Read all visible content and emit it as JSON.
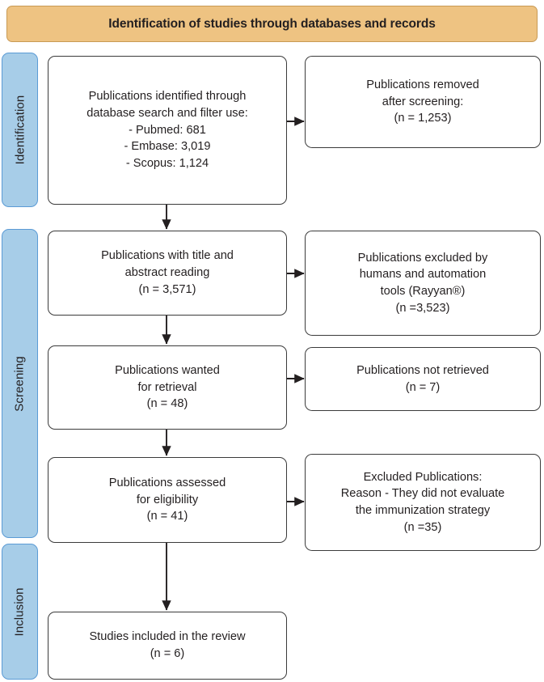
{
  "header": {
    "title": "Identification of studies through databases and records"
  },
  "stages": [
    {
      "id": "identification",
      "label": "Identification"
    },
    {
      "id": "screening",
      "label": "Screening"
    },
    {
      "id": "inclusion",
      "label": "Inclusion"
    }
  ],
  "boxes": {
    "identified": {
      "text": "Publications identified through\ndatabase search and filter use:\n- Pubmed: 681\n- Embase: 3,019\n- Scopus: 1,124"
    },
    "removed": {
      "text": "Publications removed\nafter screening:\n(n = 1,253)"
    },
    "title_abstract": {
      "text": "Publications with title and\nabstract reading\n(n = 3,571)"
    },
    "excluded_automation": {
      "text": "Publications excluded by\nhumans and automation\ntools (Rayyan®)\n(n =3,523)"
    },
    "wanted_retrieval": {
      "text": "Publications wanted\nfor retrieval\n(n = 48)"
    },
    "not_retrieved": {
      "text": "Publications not retrieved\n(n = 7)"
    },
    "assessed_eligibility": {
      "text": "Publications assessed\nfor eligibility\n(n = 41)"
    },
    "excluded_reason": {
      "text": "Excluded Publications:\nReason - They did not evaluate\nthe immunization strategy\n(n =35)"
    },
    "included_review": {
      "text": "Studies included in the review\n(n = 6)"
    }
  },
  "chart_data": {
    "type": "diagram",
    "title": "Identification of studies through databases and records",
    "diagram_kind": "prisma-flow",
    "stages": [
      "Identification",
      "Screening",
      "Inclusion"
    ],
    "nodes": [
      {
        "id": "identified",
        "stage": "Identification",
        "column": "left",
        "label": "Publications identified through database search and filter use",
        "counts": {
          "Pubmed": 681,
          "Embase": 3019,
          "Scopus": 1124
        }
      },
      {
        "id": "removed",
        "stage": "Identification",
        "column": "right",
        "label": "Publications removed after screening",
        "n": 1253
      },
      {
        "id": "title_abstract",
        "stage": "Screening",
        "column": "left",
        "label": "Publications with title and abstract reading",
        "n": 3571
      },
      {
        "id": "excluded_automation",
        "stage": "Screening",
        "column": "right",
        "label": "Publications excluded by humans and automation tools (Rayyan®)",
        "n": 3523
      },
      {
        "id": "wanted_retrieval",
        "stage": "Screening",
        "column": "left",
        "label": "Publications wanted for retrieval",
        "n": 48
      },
      {
        "id": "not_retrieved",
        "stage": "Screening",
        "column": "right",
        "label": "Publications not retrieved",
        "n": 7
      },
      {
        "id": "assessed_eligibility",
        "stage": "Screening",
        "column": "left",
        "label": "Publications assessed for eligibility",
        "n": 41
      },
      {
        "id": "excluded_reason",
        "stage": "Screening",
        "column": "right",
        "label": "Excluded Publications: Reason - They did not evaluate the immunization strategy",
        "n": 35
      },
      {
        "id": "included_review",
        "stage": "Inclusion",
        "column": "left",
        "label": "Studies included in the review",
        "n": 6
      }
    ],
    "edges": [
      {
        "from": "identified",
        "to": "removed",
        "direction": "right"
      },
      {
        "from": "identified",
        "to": "title_abstract",
        "direction": "down"
      },
      {
        "from": "title_abstract",
        "to": "excluded_automation",
        "direction": "right"
      },
      {
        "from": "title_abstract",
        "to": "wanted_retrieval",
        "direction": "down"
      },
      {
        "from": "wanted_retrieval",
        "to": "not_retrieved",
        "direction": "right"
      },
      {
        "from": "wanted_retrieval",
        "to": "assessed_eligibility",
        "direction": "down"
      },
      {
        "from": "assessed_eligibility",
        "to": "excluded_reason",
        "direction": "right"
      },
      {
        "from": "assessed_eligibility",
        "to": "included_review",
        "direction": "down"
      }
    ],
    "colors": {
      "header_fill": "#eec382",
      "header_border": "#c89a55",
      "stage_fill": "#a7cde8",
      "stage_border": "#5b9bd5",
      "box_border": "#3b3b3b",
      "box_fill": "#ffffff",
      "text": "#231f20"
    }
  }
}
